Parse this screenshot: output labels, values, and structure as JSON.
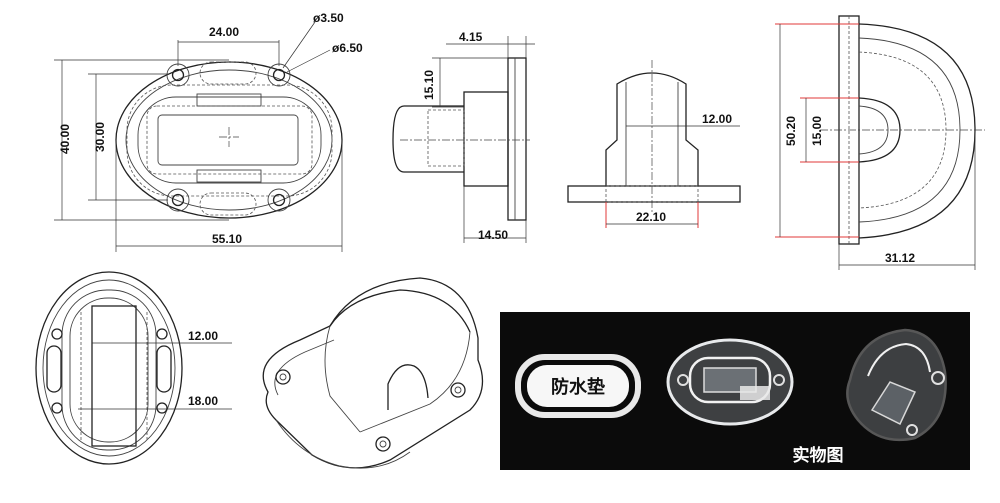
{
  "top_view": {
    "dim_hole_spacing": "24.00",
    "dim_small_hole": "ø3.50",
    "dim_large_hole": "ø6.50",
    "dim_outer_height": "40.00",
    "dim_inner_height": "30.00",
    "dim_width": "55.10"
  },
  "side_view": {
    "dim_flange_thickness": "4.15",
    "dim_height": "15.10",
    "dim_base_depth": "14.50"
  },
  "front_view": {
    "dim_dome_width": "12.00",
    "dim_base_width": "22.10"
  },
  "right_view": {
    "dim_total_height": "50.20",
    "dim_inner_height": "15.00",
    "dim_depth": "31.12"
  },
  "bottom_view": {
    "dim_inner_width": "12.00",
    "dim_outer_width": "18.00"
  },
  "photo": {
    "gasket_label": "防水垫",
    "caption": "实物图"
  },
  "colors": {
    "dimension_red": "#e23a3a",
    "photo_bg": "#0b0b0b"
  }
}
